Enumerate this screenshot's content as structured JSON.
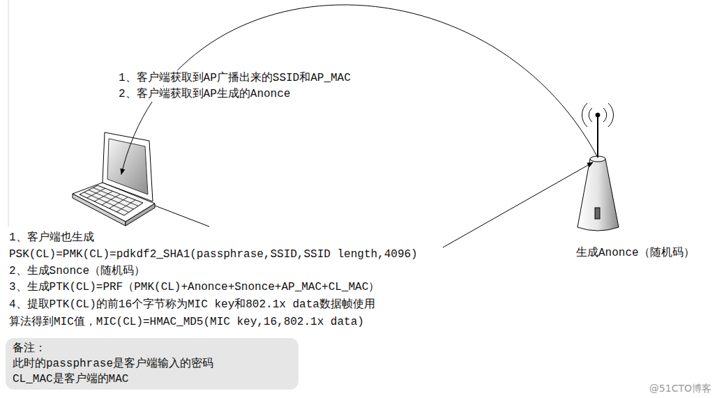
{
  "diagram": {
    "nodes": [
      {
        "text": [
          "备注：",
          "此时的passphrase是客户端输入的密码",
          "CL_MAC是客户端的MAC"
        ]
      }
    ],
    "labels": [
      "1、客户端获取到AP广播出来的SSID和AP_MAC",
      "2、客户端获取到AP生成的Anonce",
      "1、客户端也生成 PSK(CL)=PMK(CL)=pdkdf2_SHA1(passphrase,SSID,SSID length,4096)",
      "2、生成Snonce（随机码）",
      "3、生成PTK(CL)=PRF（PMK(CL)+Anonce+Snonce+AP_MAC+CL_MAC）",
      "4、提取PTK(CL)的前16个字节称为MIC key和802.1x data数据帧使用 算法得到MIC值，MIC(CL)=HMAC_MD5(MIC key,16,802.1x data)",
      "生成Anonce（随机码）",
      "@51CTO博客"
    ]
  }
}
